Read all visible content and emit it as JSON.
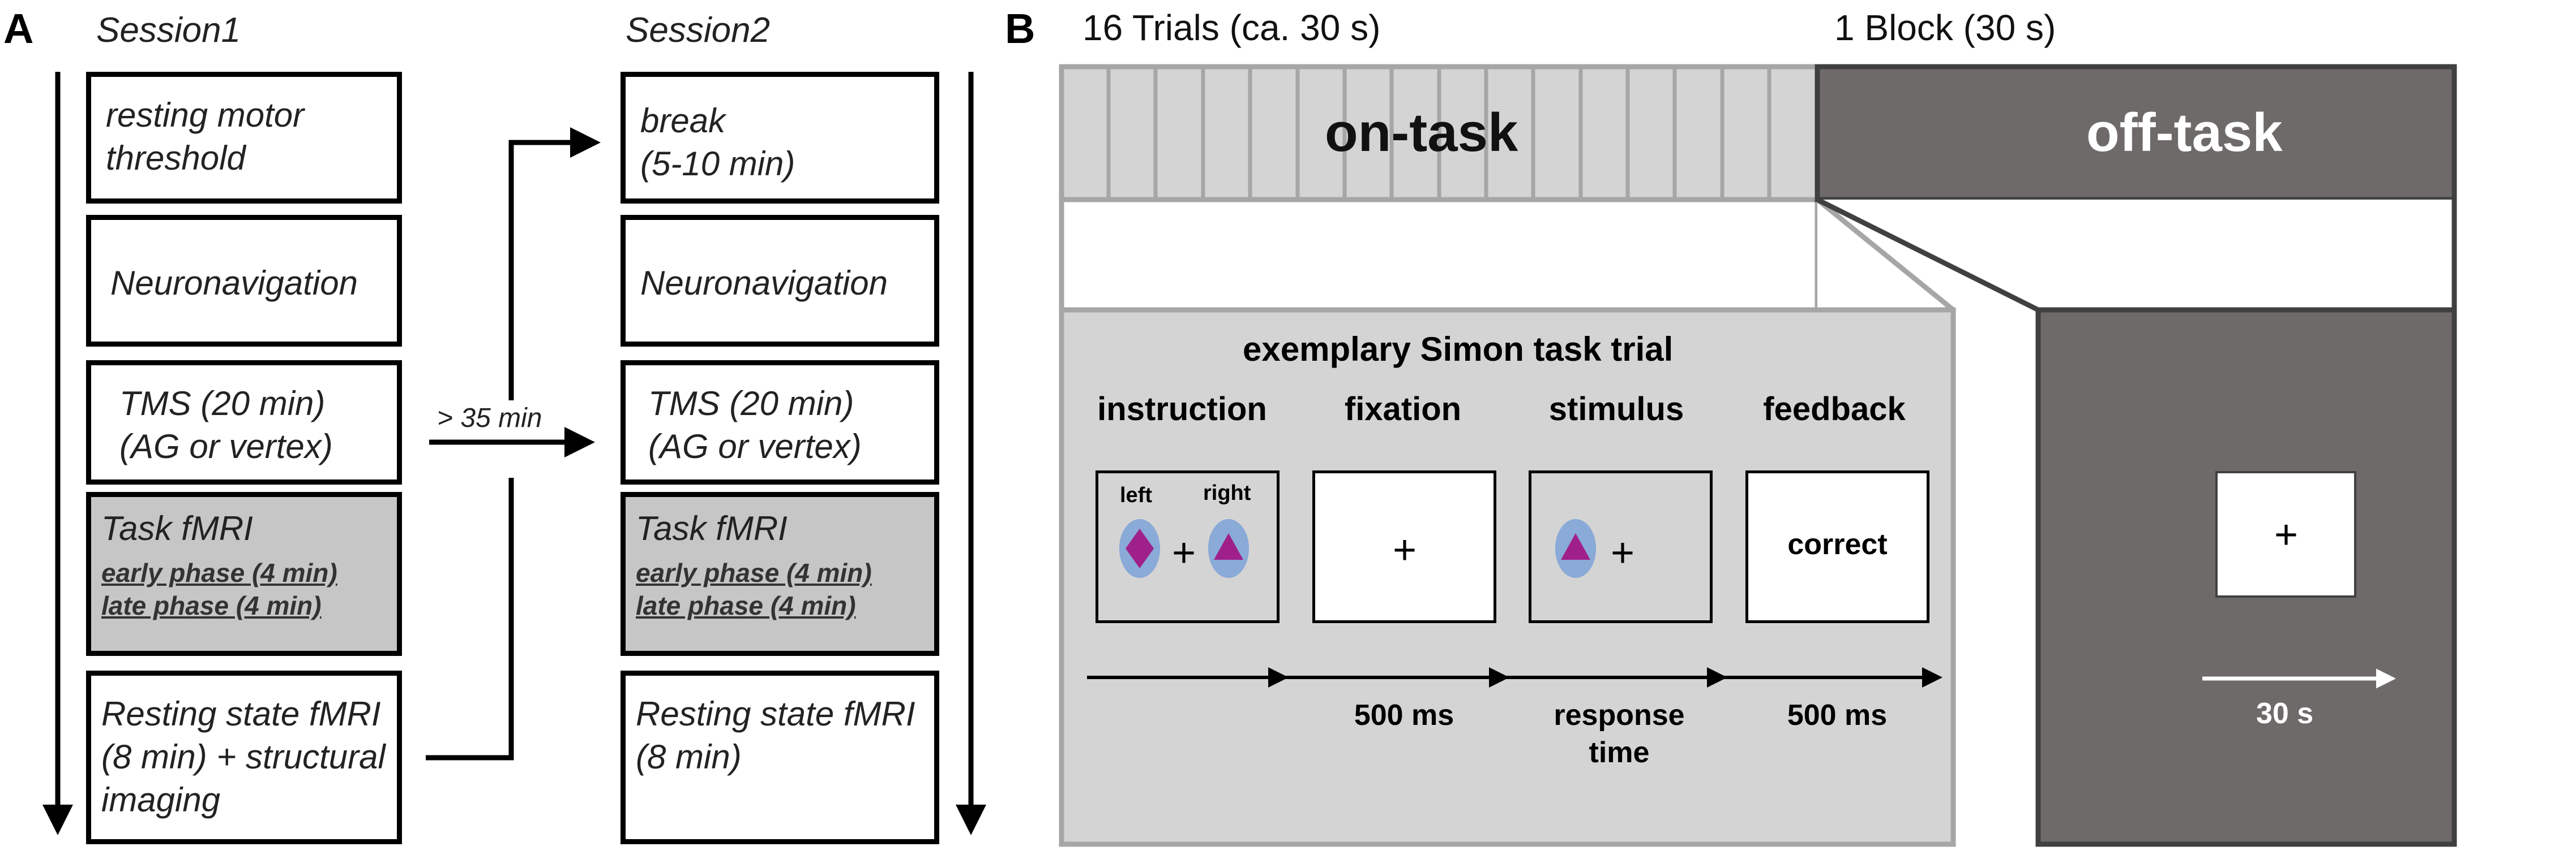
{
  "panel_a": {
    "letter": "A",
    "session1_title": "Session1",
    "session2_title": "Session2",
    "session1_boxes": [
      {
        "lines": [
          "resting motor",
          "threshold"
        ]
      },
      {
        "lines": [
          "Neuronavigation"
        ]
      },
      {
        "lines": [
          "TMS (20 min)",
          "(AG or vertex)"
        ]
      },
      {
        "title": "Task fMRI",
        "sub": [
          "early phase (4 min)",
          "late phase (4 min)"
        ]
      },
      {
        "lines": [
          "Resting state fMRI",
          "(8 min) + structural",
          "imaging"
        ]
      }
    ],
    "session2_boxes": [
      {
        "lines": [
          "break",
          "(5-10 min)"
        ]
      },
      {
        "lines": [
          "Neuronavigation"
        ]
      },
      {
        "lines": [
          "TMS (20 min)",
          "(AG or vertex)"
        ]
      },
      {
        "title": "Task fMRI",
        "sub": [
          "early phase (4 min)",
          "late phase (4 min)"
        ]
      },
      {
        "lines": [
          "Resting state fMRI",
          "(8 min)"
        ]
      }
    ],
    "gap_label": "> 35 min"
  },
  "panel_b": {
    "letter": "B",
    "trials_label": "16 Trials (ca. 30 s)",
    "block_label": "1 Block (30 s)",
    "on_task": "on-task",
    "off_task": "off-task",
    "trial_title": "exemplary Simon task trial",
    "phases": [
      "instruction",
      "fixation",
      "stimulus",
      "feedback"
    ],
    "left_word": "left",
    "right_word": "right",
    "fixation_symbol": "+",
    "feedback_word": "correct",
    "durations": [
      "500 ms",
      "response",
      "time",
      "500 ms"
    ],
    "offtask_duration": "30 s"
  },
  "colors": {
    "light_gray": "#d4d4d4",
    "gray_border": "#a6a6a6",
    "dark_gray": "#6e6a69",
    "dark_border": "#404040",
    "stim_oval": "#8aaad8",
    "stim_shape": "#a0208a"
  }
}
